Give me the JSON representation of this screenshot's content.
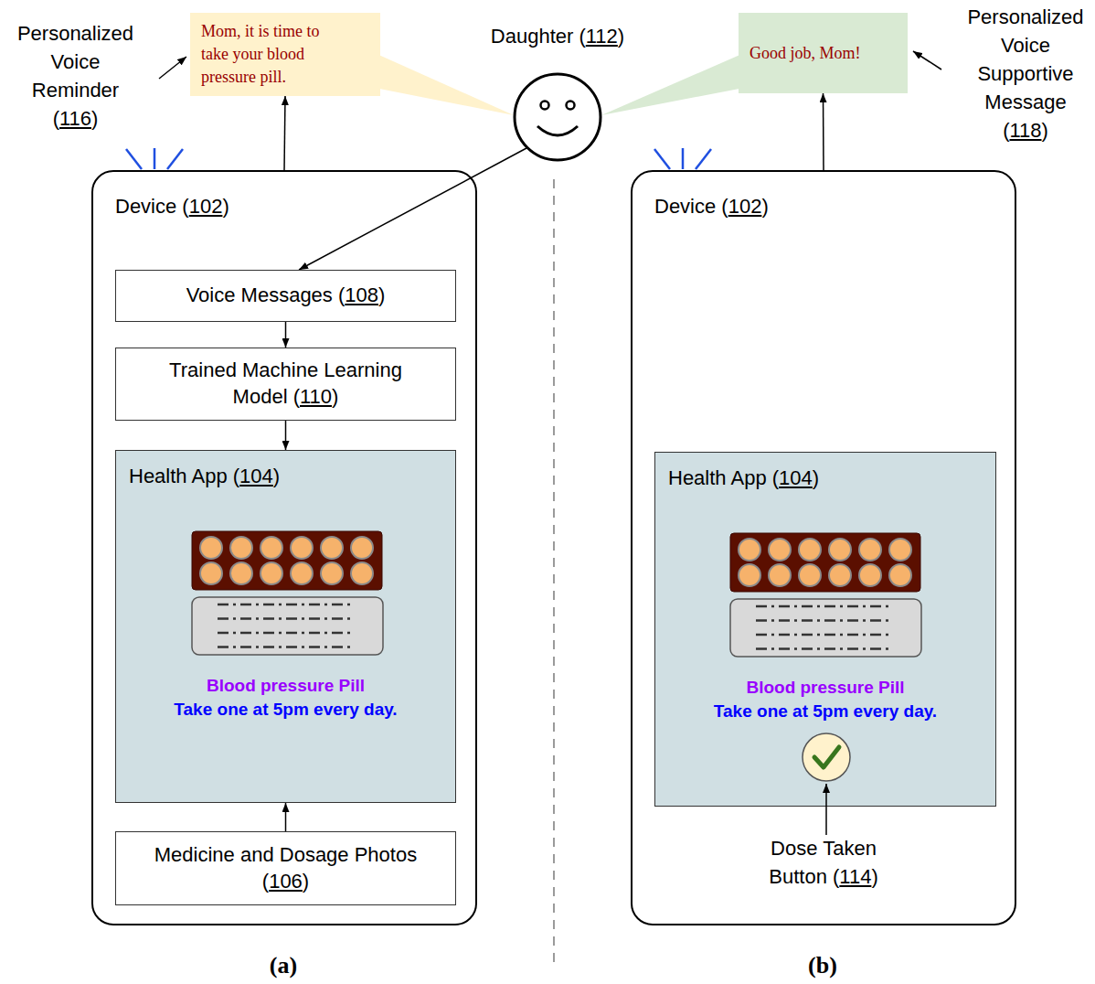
{
  "diagram": {
    "nodes": [
      {
        "text": [
          "Device (102)"
        ]
      },
      {
        "text": [
          "Voice Messages (108)"
        ],
        "in": 0
      },
      {
        "text": [
          "Trained Machine Learning Model (110)"
        ],
        "in": 0
      },
      {
        "text": [
          "Health App (104)",
          "Blood pressure Pill",
          "Take one at 5pm every day."
        ],
        "in": 0
      },
      {
        "text": [
          "Medicine and Dosage Photos (106)"
        ],
        "in": 0
      },
      {
        "text": [
          "Daughter (112)"
        ]
      },
      {
        "text": [
          "Mom, it is time to take your blood pressure pill."
        ]
      },
      {
        "text": [
          "Good job, Mom!"
        ]
      },
      {
        "text": [
          "Device (102)"
        ]
      },
      {
        "text": [
          "Health App (104)",
          "Blood pressure Pill",
          "Take one at 5pm every day."
        ],
        "in": 8
      }
    ],
    "edges": [
      {
        "from": 5,
        "to": 1,
        "arrow": "to"
      },
      {
        "from": 1,
        "to": 2,
        "arrow": "to"
      },
      {
        "from": 2,
        "to": 3,
        "arrow": "to"
      },
      {
        "from": 4,
        "to": 3,
        "arrow": "to"
      },
      {
        "from": 0,
        "to": 6,
        "arrow": "to"
      },
      {
        "from": 8,
        "to": 7,
        "arrow": "to"
      }
    ],
    "labels": [
      "Personalized Voice Reminder (116)",
      "Personalized Voice Supportive Message (118)",
      "Dose Taken Button (114)",
      "(a)",
      "(b)"
    ]
  }
}
